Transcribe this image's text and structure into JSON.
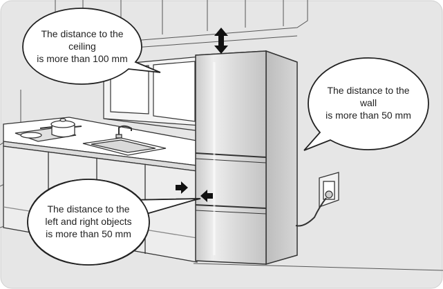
{
  "callouts": {
    "ceiling": {
      "lines": [
        "The distance to the",
        "ceiling",
        "is more than 100 mm"
      ]
    },
    "wall": {
      "lines": [
        "The distance to the",
        "wall",
        "is more than 50 mm"
      ]
    },
    "sides": {
      "lines": [
        "The distance to the",
        "left and right objects",
        "is more than 50 mm"
      ]
    }
  },
  "colors": {
    "background": "#e6e6e6",
    "frame": "#ffffff",
    "line": "#333333",
    "fridge_light": "#e8e8e8",
    "fridge_mid": "#cfcfcf",
    "fridge_dark": "#bdbdbd",
    "arrow": "#111111"
  }
}
